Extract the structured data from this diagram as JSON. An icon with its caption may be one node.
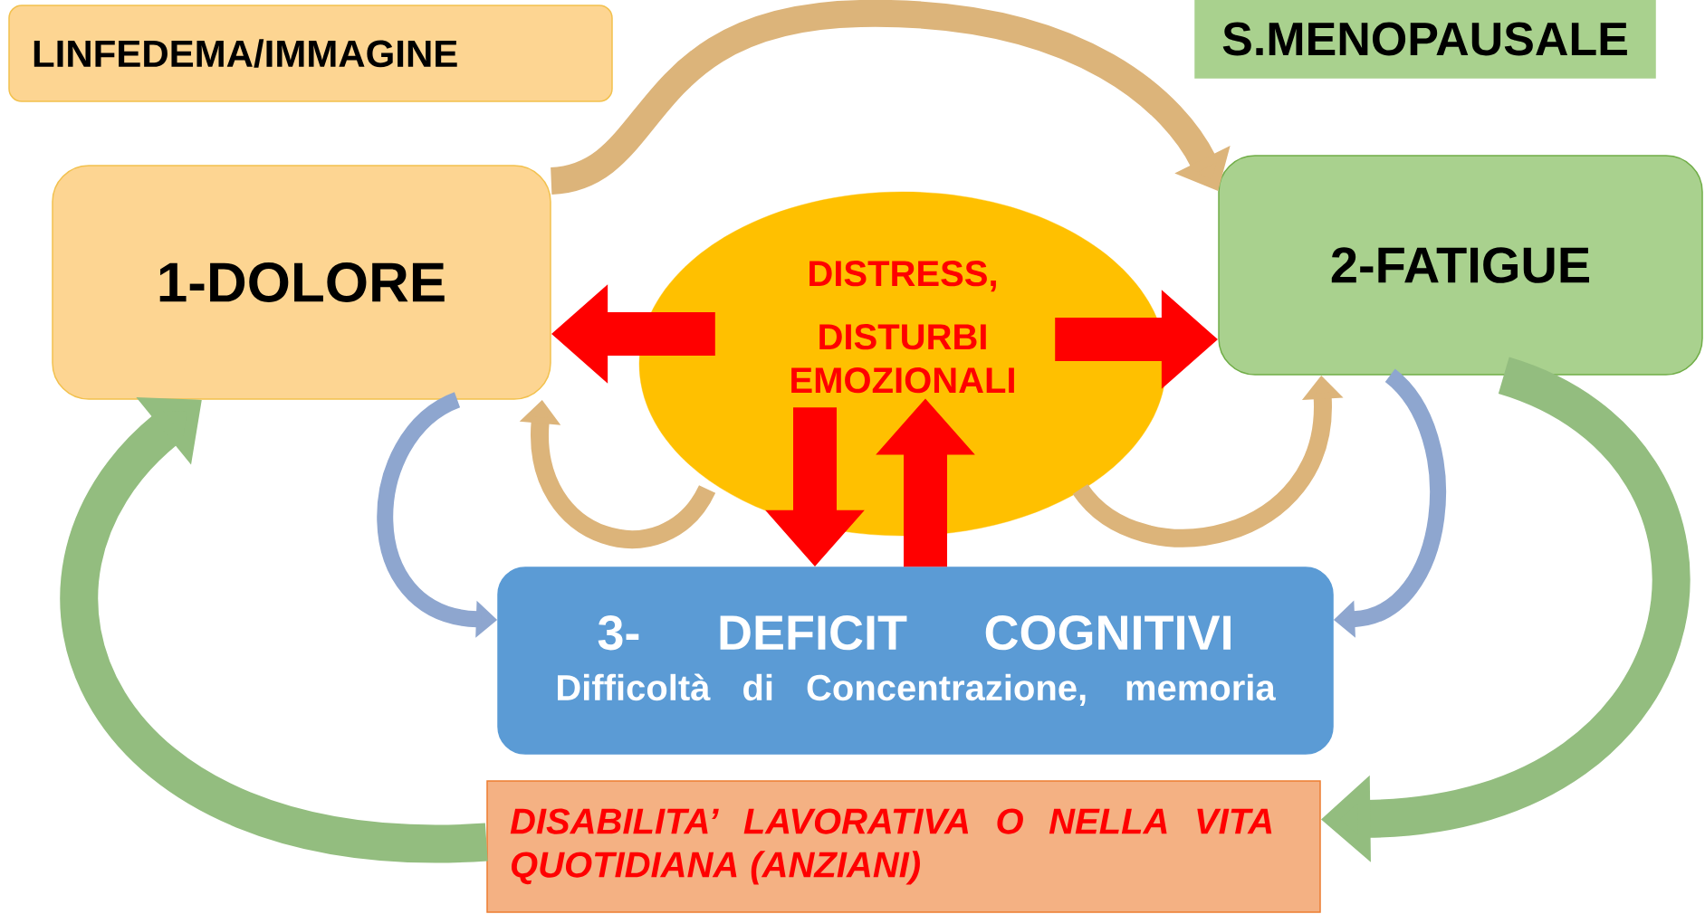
{
  "diagram": {
    "nodes": [
      {
        "text": [
          "LINFEDEMA/IMMAGINE"
        ]
      },
      {
        "text": [
          "S.MENOPAUSALE"
        ]
      },
      {
        "text": [
          "1-DOLORE"
        ]
      },
      {
        "text": [
          "2-FATIGUE"
        ]
      },
      {
        "text": [
          "DISTRESS,",
          "DISTURBI EMOZIONALI"
        ]
      },
      {
        "text": [
          "3- DEFICIT COGNITIVI",
          "Difficoltà di Concentrazione, memoria"
        ]
      },
      {
        "text": [
          "DISABILITA’ LAVORATIVA O NELLA VITA QUOTIDIANA (ANZIANI)"
        ]
      }
    ],
    "edges": [
      {
        "from": 2,
        "to": 3,
        "arrow": "to",
        "color": "#dcb47a"
      },
      {
        "from": 4,
        "to": 2,
        "arrow": "to"
      },
      {
        "from": 4,
        "to": 3,
        "arrow": "to"
      },
      {
        "from": 4,
        "to": 5,
        "arrow": "to"
      },
      {
        "from": 5,
        "to": 4,
        "arrow": "to"
      },
      {
        "from": 2,
        "to": 5,
        "arrow": "to",
        "color": "#8ea6cf"
      },
      {
        "from": 4,
        "to": 2,
        "arrow": "to",
        "color": "#dcb47a"
      },
      {
        "from": 4,
        "to": 3,
        "arrow": "to",
        "color": "#dcb47a"
      },
      {
        "from": 3,
        "to": 5,
        "arrow": "to",
        "color": "#8ea6cf"
      },
      {
        "from": 3,
        "to": 6,
        "arrow": "to",
        "color": "#93bd7f"
      },
      {
        "from": 6,
        "to": 2,
        "arrow": "to",
        "color": "#93bd7f"
      }
    ]
  }
}
